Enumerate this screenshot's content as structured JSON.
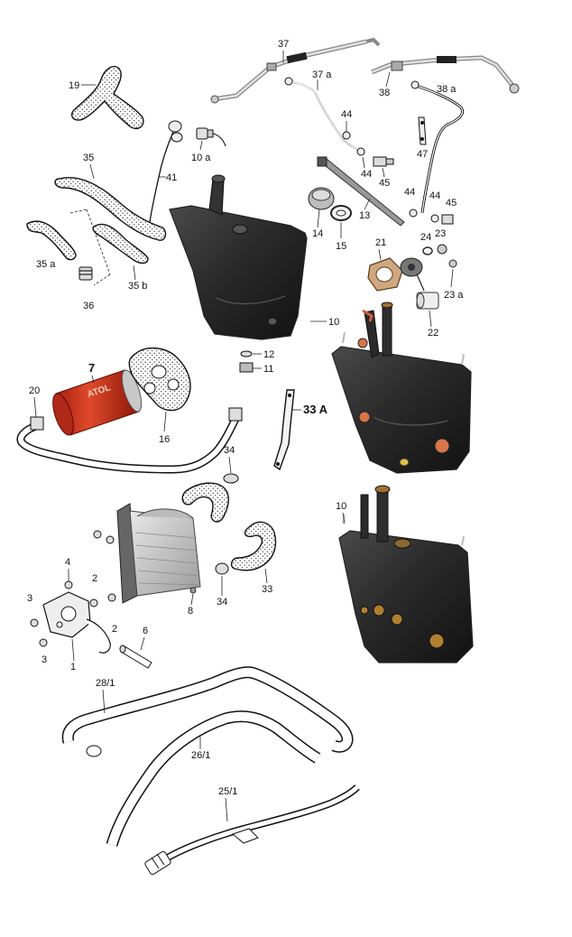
{
  "diagram": {
    "labels": {
      "l1": "1",
      "l2a": "2",
      "l2b": "2",
      "l3a": "3",
      "l3b": "3",
      "l4": "4",
      "l6": "6",
      "l7": "7",
      "l8": "8",
      "l10": "10",
      "l10a": "10 a",
      "l10b": "10",
      "l11": "11",
      "l12": "12",
      "l13": "13",
      "l14": "14",
      "l15": "15",
      "l16": "16",
      "l19": "19",
      "l20": "20",
      "l21": "21",
      "l22": "22",
      "l23": "23",
      "l23a": "23 a",
      "l24": "24",
      "l25": "25/1",
      "l26": "26/1",
      "l28": "28/1",
      "l33": "33",
      "l33a": "33 A",
      "l34a": "34",
      "l34b": "34",
      "l35": "35",
      "l35a": "35 a",
      "l35b": "35 b",
      "l36": "36",
      "l37": "37",
      "l37a": "37 a",
      "l38": "38",
      "l38a": "38 a",
      "l41": "41",
      "l44a": "44",
      "l44b": "44",
      "l44c": "44",
      "l44d": "44",
      "l45a": "45",
      "l45b": "45",
      "l47": "47"
    },
    "filter_brand": "ATOL"
  }
}
